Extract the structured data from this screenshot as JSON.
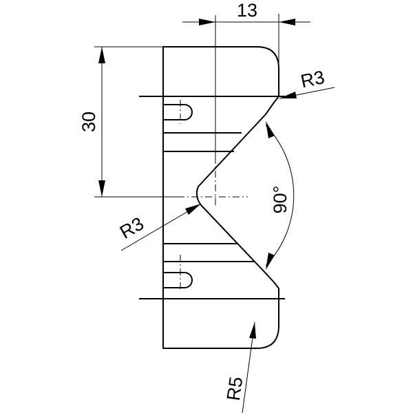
{
  "drawing": {
    "dimensions": {
      "width_13": "13",
      "height_30": "30",
      "radius_top_right": "R3",
      "radius_v_bottom": "R3",
      "radius_bottom_right": "R5",
      "angle_v": "90°"
    }
  }
}
